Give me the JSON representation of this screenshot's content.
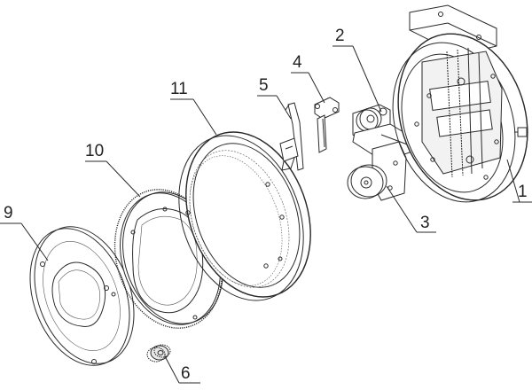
{
  "callouts": [
    {
      "id": "1",
      "text": "1"
    },
    {
      "id": "2",
      "text": "2"
    },
    {
      "id": "3",
      "text": "3"
    },
    {
      "id": "4",
      "text": "4"
    },
    {
      "id": "5",
      "text": "5"
    },
    {
      "id": "6",
      "text": "6"
    },
    {
      "id": "9",
      "text": "9"
    },
    {
      "id": "10",
      "text": "10"
    },
    {
      "id": "11",
      "text": "11"
    }
  ],
  "colors": {
    "line": "#2a2a2a",
    "background": "#ffffff"
  }
}
